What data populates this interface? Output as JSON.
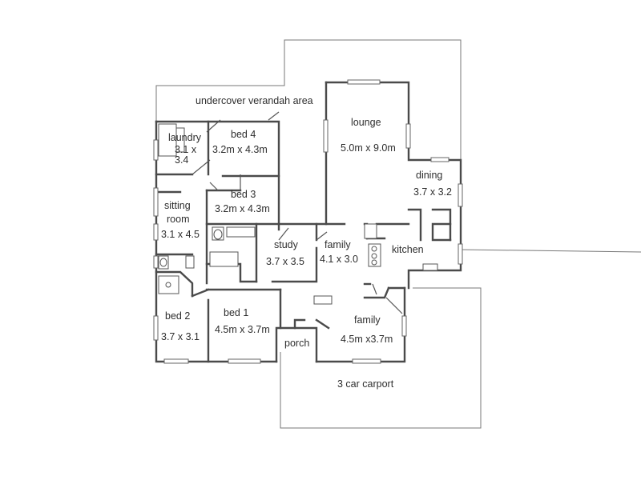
{
  "rooms": {
    "verandah": {
      "name": "undercover verandah area"
    },
    "laundry": {
      "name": "laundry",
      "dims_line1": "3.1 x",
      "dims_line2": "3.4"
    },
    "bed4": {
      "name": "bed 4",
      "dims": "3.2m x 4.3m"
    },
    "lounge": {
      "name": "lounge",
      "dims": "5.0m x 9.0m"
    },
    "dining": {
      "name": "dining",
      "dims": "3.7 x 3.2"
    },
    "bed3": {
      "name": "bed 3",
      "dims": "3.2m x 4.3m"
    },
    "sitting": {
      "name_line1": "sitting",
      "name_line2": "room",
      "dims": "3.1 x 4.5"
    },
    "study": {
      "name": "study",
      "dims": "3.7 x 3.5"
    },
    "family1": {
      "name": "family",
      "dims": "4.1 x 3.0"
    },
    "kitchen": {
      "name": "kitchen"
    },
    "bed2": {
      "name": "bed 2",
      "dims": "3.7 x 3.1"
    },
    "bed1": {
      "name": "bed 1",
      "dims": "4.5m x 3.7m"
    },
    "family2": {
      "name": "family",
      "dims": "4.5m x3.7m"
    },
    "porch": {
      "name": "porch"
    },
    "carport": {
      "name": "3 car carport"
    }
  }
}
